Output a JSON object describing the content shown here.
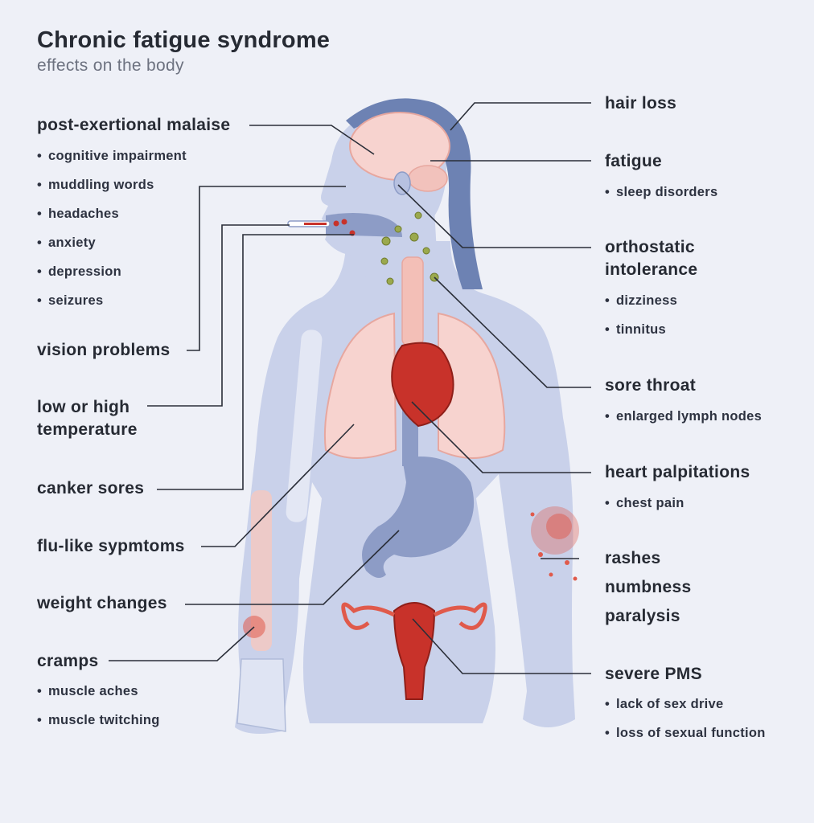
{
  "title": "Chronic fatigue syndrome",
  "subtitle": "effects on the body",
  "left": {
    "post_exertional": {
      "label": "post-exertional malaise",
      "items": [
        "cognitive impairment",
        "muddling words",
        "headaches",
        "anxiety",
        "depression",
        "seizures"
      ]
    },
    "vision": {
      "label": "vision problems"
    },
    "temperature": {
      "line1": "low or high",
      "line2": "temperature"
    },
    "canker": {
      "label": "canker sores"
    },
    "flu": {
      "label": "flu-like sypmtoms"
    },
    "weight": {
      "label": "weight changes"
    },
    "cramps": {
      "label": "cramps",
      "items": [
        "muscle aches",
        "muscle twitching"
      ]
    }
  },
  "right": {
    "hair": {
      "label": "hair loss"
    },
    "fatigue": {
      "label": "fatigue",
      "items": [
        "sleep disorders"
      ]
    },
    "ortho": {
      "line1": "orthostatic",
      "line2": "intolerance",
      "items": [
        "dizziness",
        "tinnitus"
      ]
    },
    "throat": {
      "label": "sore throat",
      "items": [
        "enlarged lymph nodes"
      ]
    },
    "heart": {
      "label": "heart palpitations",
      "items": [
        "chest pain"
      ]
    },
    "rashes": {
      "label": "rashes"
    },
    "numbness": {
      "label": "numbness"
    },
    "paralysis": {
      "label": "paralysis"
    },
    "pms": {
      "label": "severe PMS",
      "items": [
        "lack of sex drive",
        "loss of sexual function"
      ]
    }
  },
  "colors": {
    "background": "#eef0f7",
    "body": "#c9d1ea",
    "hair": "#6d82b3",
    "organ_pink": "#f7d3cf",
    "heart": "#c8322a",
    "lymph": "#7e8c3a",
    "line": "#2a2e38"
  }
}
